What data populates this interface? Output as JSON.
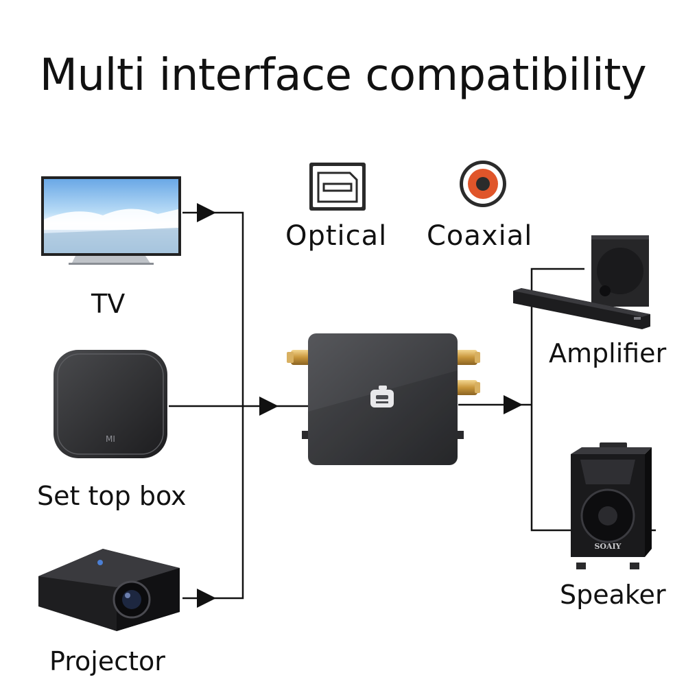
{
  "title": "Multi interface compatibility",
  "interfaces": {
    "optical": {
      "label": "Optical",
      "icon": "optical-port-icon"
    },
    "coaxial": {
      "label": "Coaxial",
      "icon": "coaxial-port-icon",
      "ring_color": "#e0552a"
    }
  },
  "inputs": [
    {
      "label": "TV",
      "icon": "tv-icon"
    },
    {
      "label": "Set top box",
      "icon": "set-top-box-icon"
    },
    {
      "label": "Projector",
      "icon": "projector-icon"
    }
  ],
  "outputs": [
    {
      "label": "Amplifier",
      "icon": "soundbar-icon"
    },
    {
      "label": "Speaker",
      "icon": "speaker-icon"
    }
  ],
  "converter": {
    "icon": "converter-device-icon",
    "connector_color": "#d4a84a"
  },
  "colors": {
    "line": "#111111",
    "device": "#3a3b3e"
  }
}
